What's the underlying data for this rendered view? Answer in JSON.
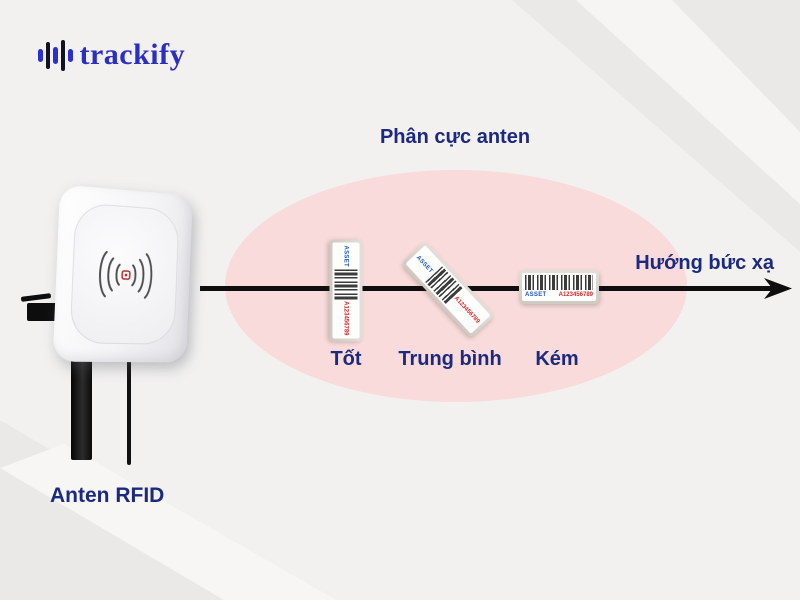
{
  "logo": {
    "brand": "trackify"
  },
  "diagram": {
    "title": "Phân cực anten",
    "arrow_label": "Hướng bức xạ",
    "antenna_label": "Anten RFID",
    "tags": [
      {
        "orientation": "vertical",
        "quality": "Tốt",
        "asset_text": "ASSET",
        "code": "A123456789"
      },
      {
        "orientation": "diagonal",
        "quality": "Trung bình",
        "asset_text": "ASSET",
        "code": "A123456789"
      },
      {
        "orientation": "horizontal",
        "quality": "Kém",
        "asset_text": "ASSET",
        "code": "A123456789"
      }
    ]
  },
  "colors": {
    "background": "#f2f1f0",
    "field_ellipse": "#f8dbda",
    "navy_text": "#1b2a80",
    "axis_black": "#0e0e0e",
    "logo_blue": "#2c2fd0",
    "logo_dark": "#121222",
    "tag_asset_blue": "#2058c0",
    "tag_code_red": "#cf2b2b"
  }
}
